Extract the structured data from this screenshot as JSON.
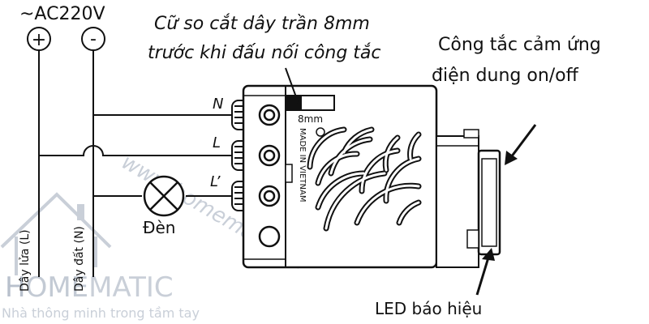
{
  "supply": {
    "label": "~AC220V",
    "plus": "+",
    "minus": "-"
  },
  "note": {
    "line1": "Cữ so cắt dây trần 8mm",
    "line2": "trước khi đấu nối công tắc"
  },
  "switch_label": {
    "line1": "Công tắc cảm ứng",
    "line2": "điện dung on/off"
  },
  "terminals": {
    "n": "N",
    "l": "L",
    "lp": "L’"
  },
  "device": {
    "gauge": "8mm",
    "made_in": "MADE IN VIETNAM"
  },
  "lamp_label": "Đèn",
  "wires": {
    "live": "Dây lửa (L)",
    "neutral": "Dây đất (N)"
  },
  "led_label": "LED báo hiệu",
  "watermark": {
    "brand_a": "H",
    "brand_b": "OME",
    "brand_c": "MATIC",
    "tagline": "Nhà thông minh trong tầm tay",
    "url": "www.homematic.vn"
  }
}
